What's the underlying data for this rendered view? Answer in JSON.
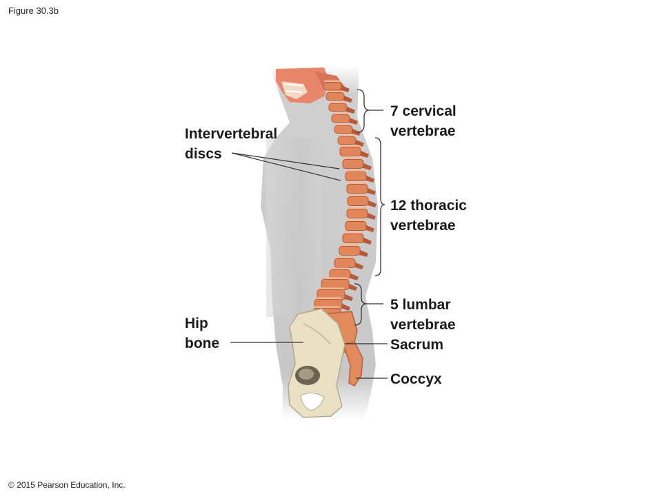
{
  "figure_label": "Figure 30.3b",
  "copyright": "© 2015 Pearson Education, Inc.",
  "labels": {
    "intervertebral": [
      "Intervertebral",
      "discs"
    ],
    "hip_bone": [
      "Hip",
      "bone"
    ],
    "cervical": [
      "7 cervical",
      "vertebrae"
    ],
    "thoracic": [
      "12 thoracic",
      "vertebrae"
    ],
    "lumbar": [
      "5 lumbar",
      "vertebrae"
    ],
    "sacrum": "Sacrum",
    "coccyx": "Coccyx"
  },
  "colors": {
    "body_silhouette": "#c8c8c8",
    "vertebra": "#e0865a",
    "vertebra_shadow": "#b8593a",
    "disc": "#f2b999",
    "hip_bone": "#e8dfc4",
    "hip_shadow": "#b9ad8c",
    "leader": "#333333"
  }
}
